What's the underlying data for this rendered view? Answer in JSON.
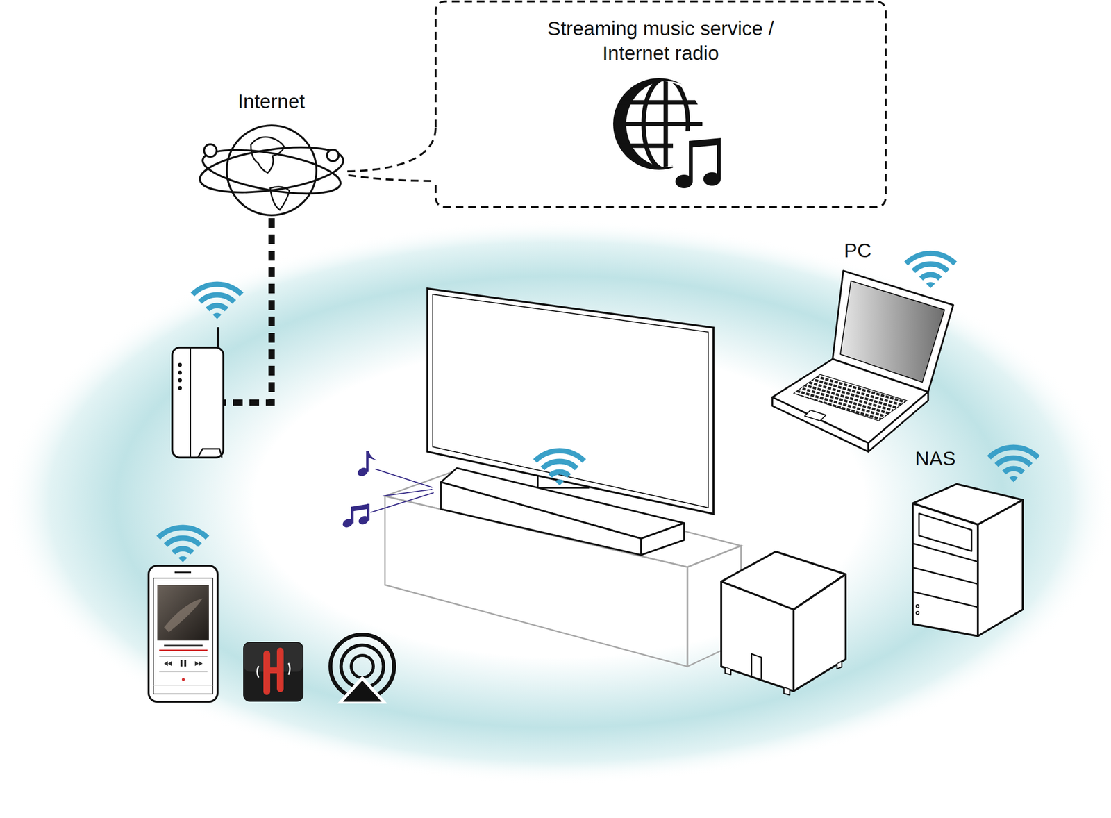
{
  "diagram": {
    "nodes": [
      {
        "text": [
          "Streaming music service / Internet radio"
        ]
      },
      {
        "text": [
          "Internet"
        ]
      }
    ],
    "edges": [
      {
        "from": 1,
        "to": 0,
        "arrow": "none"
      }
    ],
    "labels": [
      "PC",
      "NAS"
    ]
  }
}
